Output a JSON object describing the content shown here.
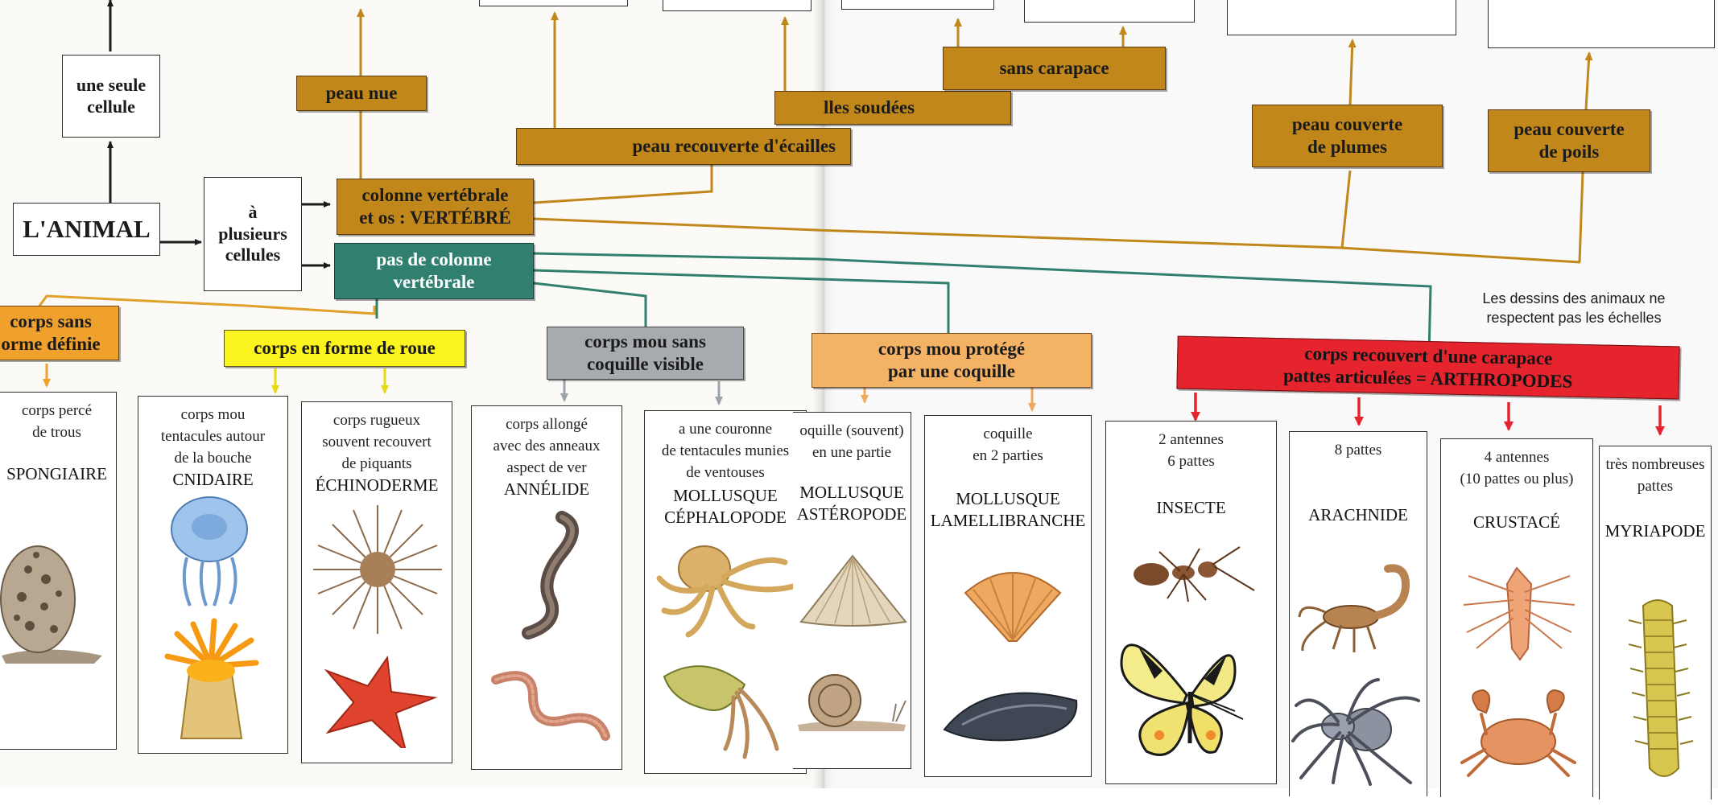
{
  "colors": {
    "ochre": "#c1871a",
    "teal": "#31806f",
    "orange": "#f0a02c",
    "yellow": "#fbf41e",
    "grey": "#a7abb0",
    "peach": "#f4b265",
    "red": "#e5242e",
    "black": "#1b1b1b"
  },
  "root": {
    "animal": "L'ANIMAL",
    "single_cell": "une seule\ncellule",
    "multi_cell": "à\nplusieurs\ncellules"
  },
  "branches": {
    "vertebrate": "colonne vertébrale\net os : VERTÉBRÉ",
    "invertebrate": "pas de colonne\nvertébrale"
  },
  "vertebrate_traits": {
    "bare_skin": "peau nue",
    "scales": "peau recouverte d'écailles",
    "welded_scales": "lles soudées",
    "no_shell": "sans carapace",
    "feathers": "peau couverte\nde plumes",
    "hair": "peau couverte\nde poils"
  },
  "invertebrate_groups": {
    "shapeless": "corps sans\norme définie",
    "wheel": "corps en forme de roue",
    "soft_no_shell": "corps mou sans\ncoquille visible",
    "soft_shell": "corps mou protégé\npar une coquille",
    "arthropod": "corps recouvert d'une carapace\npattes articulées = ARTHROPODES"
  },
  "note": "Les dessins des animaux ne\nrespectent pas les échelles",
  "columns": [
    {
      "desc": "corps percé\nde trous",
      "name": "SPONGIAIRE",
      "animals": [
        "sponge-icon"
      ]
    },
    {
      "desc": "corps mou\ntentacules autour\nde la bouche",
      "name": "CNIDAIRE",
      "animals": [
        "jellyfish-icon",
        "sea-anemone-icon"
      ]
    },
    {
      "desc": "corps rugueux\nsouvent recouvert\nde piquants",
      "name": "ÉCHINODERME",
      "animals": [
        "sea-urchin-icon",
        "starfish-icon"
      ]
    },
    {
      "desc": "corps allongé\navec des anneaux\naspect de ver",
      "name": "ANNÉLIDE",
      "animals": [
        "leech-icon",
        "earthworm-icon"
      ]
    },
    {
      "desc": "a une couronne\nde tentacules munies\nde ventouses",
      "name": "MOLLUSQUE\nCÉPHALOPODE",
      "animals": [
        "octopus-icon",
        "cuttlefish-icon"
      ]
    },
    {
      "desc": "oquille (souvent)\nen une partie",
      "name": "MOLLUSQUE\nASTÉROPODE",
      "animals": [
        "limpet-icon",
        "snail-icon"
      ]
    },
    {
      "desc": "coquille\nen 2 parties",
      "name": "MOLLUSQUE\nLAMELLIBRANCHE",
      "animals": [
        "scallop-icon",
        "mussel-icon"
      ]
    },
    {
      "desc": "2 antennes\n6 pattes",
      "name": "INSECTE",
      "animals": [
        "ant-icon",
        "butterfly-icon"
      ]
    },
    {
      "desc": "8 pattes",
      "name": "ARACHNIDE",
      "animals": [
        "scorpion-icon",
        "spider-icon"
      ]
    },
    {
      "desc": "4 antennes\n(10 pattes ou plus)",
      "name": "CRUSTACÉ",
      "animals": [
        "shrimp-icon",
        "crab-icon"
      ]
    },
    {
      "desc": "très nombreuses\npattes",
      "name": "MYRIAPODE",
      "animals": [
        "millipede-icon"
      ]
    }
  ]
}
